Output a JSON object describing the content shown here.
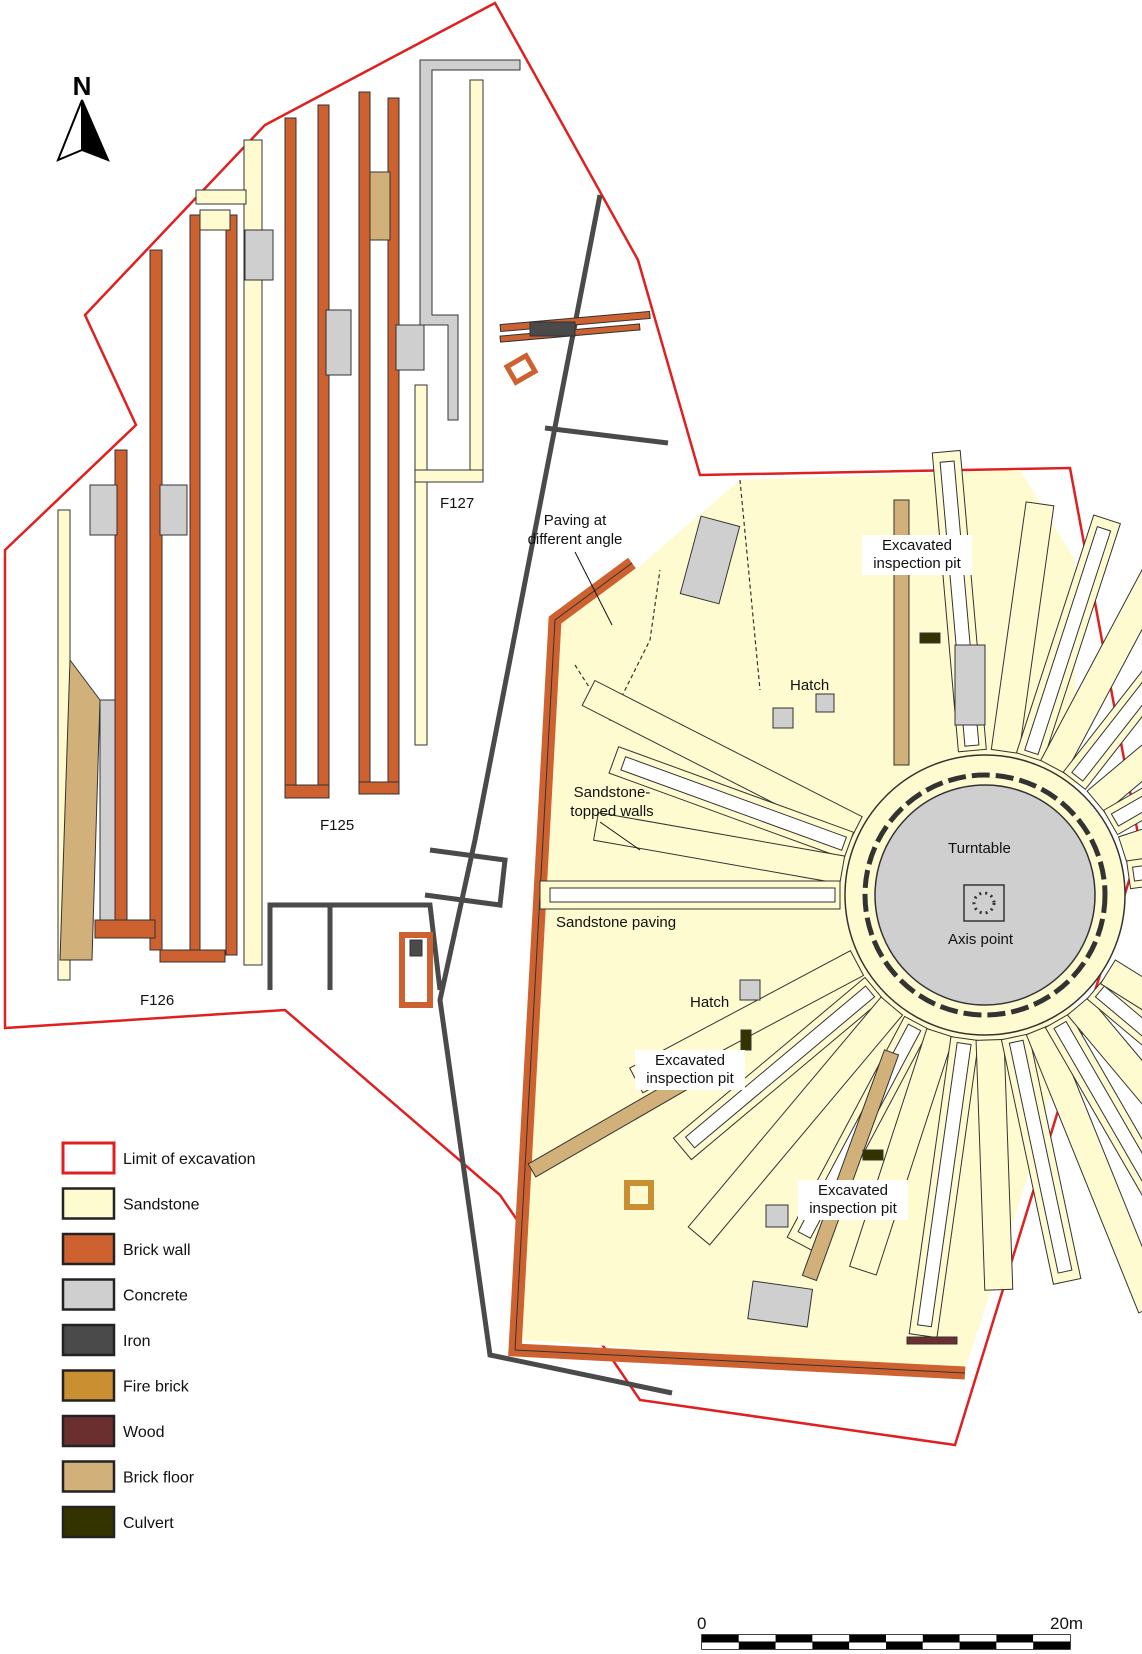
{
  "north_label": "N",
  "labels": {
    "f125": "F125",
    "f126": "F126",
    "f127": "F127",
    "paving_angle_1": "Paving at",
    "paving_angle_2": "different angle",
    "sandstone_walls_1": "Sandstone-",
    "sandstone_walls_2": "topped walls",
    "sandstone_paving": "Sandstone paving",
    "hatch_upper": "Hatch",
    "hatch_lower": "Hatch",
    "turntable": "Turntable",
    "axis_point": "Axis point",
    "pit_upper_1": "Excavated",
    "pit_upper_2": "inspection pit",
    "pit_left_1": "Excavated",
    "pit_left_2": "inspection pit",
    "pit_lower_1": "Excavated",
    "pit_lower_2": "inspection pit"
  },
  "legend": [
    {
      "label": "Limit of excavation",
      "color": "#ffffff",
      "border": "#e02020"
    },
    {
      "label": "Sandstone",
      "color": "#fffbd0",
      "border": "#222222"
    },
    {
      "label": "Brick wall",
      "color": "#cd6130",
      "border": "#222222"
    },
    {
      "label": "Concrete",
      "color": "#cfcfcf",
      "border": "#222222"
    },
    {
      "label": "Iron",
      "color": "#4a4a4a",
      "border": "#222222"
    },
    {
      "label": "Fire brick",
      "color": "#c98f30",
      "border": "#222222"
    },
    {
      "label": "Wood",
      "color": "#6b2f2f",
      "border": "#222222"
    },
    {
      "label": "Brick floor",
      "color": "#d2b07a",
      "border": "#222222"
    },
    {
      "label": "Culvert",
      "color": "#333300",
      "border": "#222222"
    }
  ],
  "scale": {
    "start_label": "0",
    "end_label": "20m"
  },
  "colors": {
    "limit": "#e02020",
    "sandstone": "#fffbd0",
    "brick": "#cd6130",
    "concrete": "#cfcfcf",
    "iron": "#4a4a4a",
    "firebrick": "#c98f30",
    "wood": "#6b2f2f",
    "brickfloor": "#d2b07a",
    "culvert": "#333300"
  }
}
